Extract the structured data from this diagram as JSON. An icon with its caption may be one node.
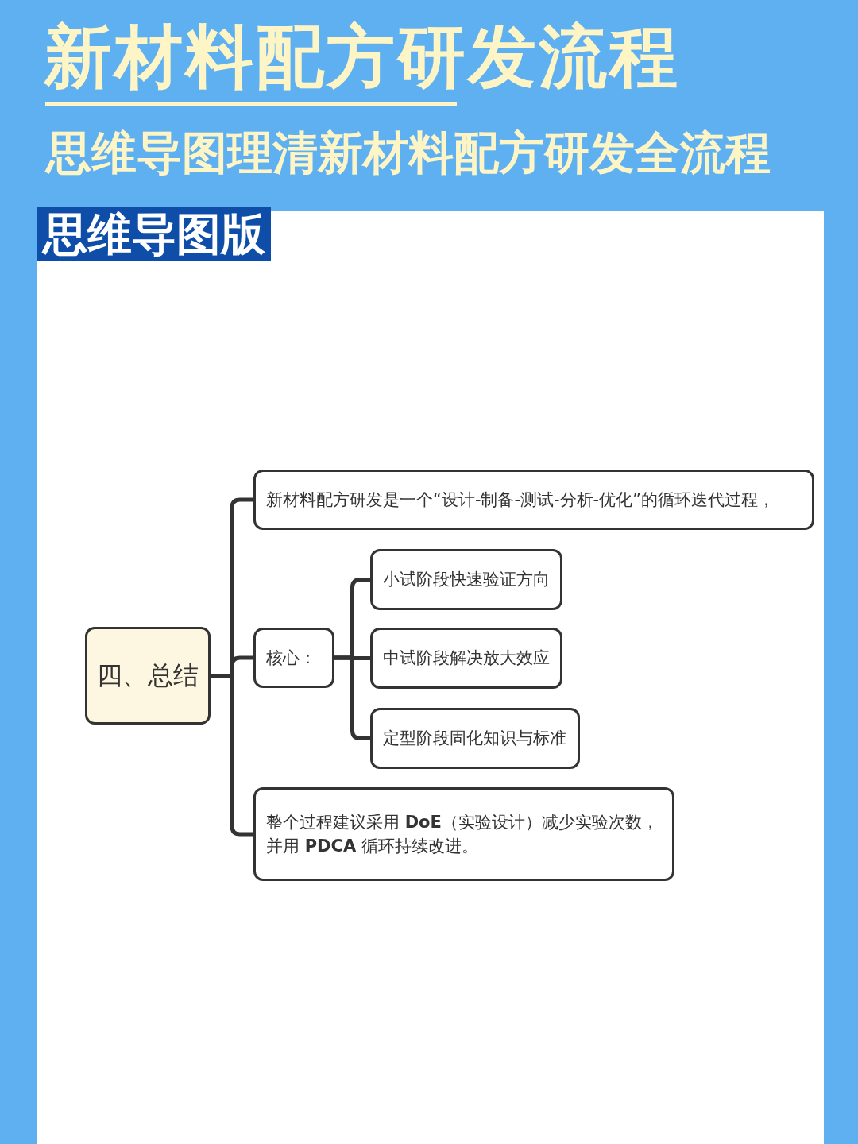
{
  "diagram": {
    "title": "新材料配方研发流程",
    "nodes": [
      {
        "text": [
          "四、总结"
        ]
      },
      {
        "text": [
          "新材料配方研发是一个“设计-制备-测试-分析-优化”的循环迭代过程，"
        ]
      },
      {
        "text": [
          "核心："
        ]
      },
      {
        "text": [
          "小试阶段快速验证方向"
        ]
      },
      {
        "text": [
          "中试阶段解决放大效应"
        ]
      },
      {
        "text": [
          "定型阶段固化知识与标准"
        ]
      },
      {
        "text": [
          "整个过程建议采用 **DoE**（实验设计）减少实验次数，并用 **PDCA** 循环持续改进。"
        ]
      }
    ],
    "edges": [
      {
        "from": 0,
        "to": 1,
        "arrow": "none"
      },
      {
        "from": 0,
        "to": 2,
        "arrow": "none"
      },
      {
        "from": 0,
        "to": 6,
        "arrow": "none"
      },
      {
        "from": 2,
        "to": 3,
        "arrow": "none"
      },
      {
        "from": 2,
        "to": 4,
        "arrow": "none"
      },
      {
        "from": 2,
        "to": 5,
        "arrow": "none"
      }
    ],
    "labels": [
      "思维导图理清新材料配方研发全流程",
      "思维导图版"
    ]
  }
}
